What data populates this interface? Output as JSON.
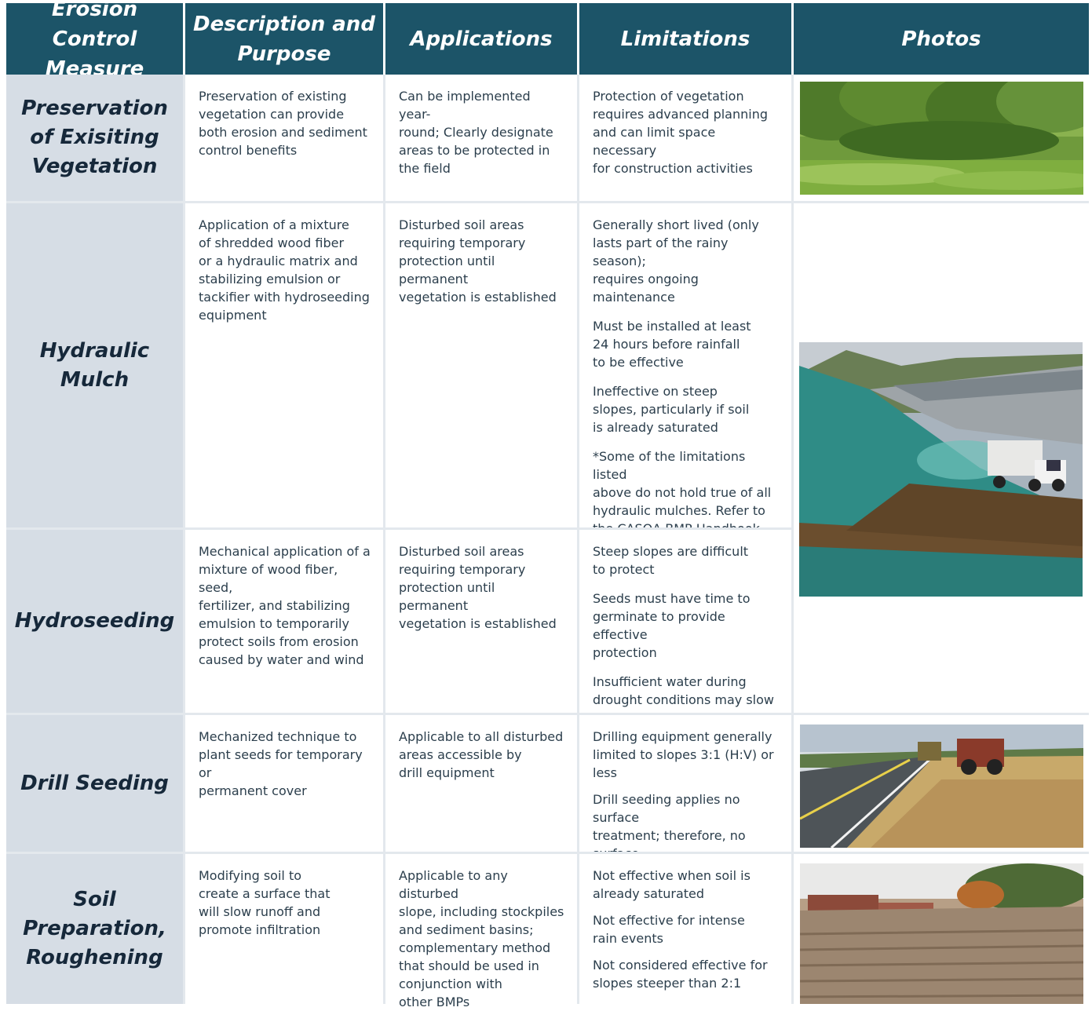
{
  "headers": [
    "Erosion Control\nMeasure",
    "Description and\nPurpose",
    "Applications",
    "Limitations",
    "Photos"
  ],
  "rows": [
    {
      "measure": "Preservation\nof Exisiting\nVegetation",
      "description": [
        "Preservation of existing\nvegetation can provide\nboth erosion and sediment\ncontrol benefits"
      ],
      "applications": [
        "Can be implemented year-\nround; Clearly designate\nareas to be protected in\nthe field"
      ],
      "limitations": [
        "Protection of vegetation\nrequires advanced planning\nand can limit space necessary\nfor construction activities"
      ]
    },
    {
      "measure": "Hydraulic\nMulch",
      "description": [
        "Application of a mixture\nof shredded wood fiber\nor a hydraulic matrix and\nstabilizing emulsion or\ntackifier with hydroseeding\nequipment"
      ],
      "applications": [
        "Disturbed soil areas\nrequiring temporary\nprotection until permanent\nvegetation is established"
      ],
      "limitations": [
        "Generally short lived (only\nlasts part of the rainy season);\nrequires ongoing maintenance",
        "Must be installed at least\n24 hours before rainfall\nto be effective",
        "Ineffective on steep\nslopes, particularly if soil\nis already saturated",
        "*Some of the limitations listed\nabove do not hold true of all\nhydraulic mulches. Refer to\nthe CASQA BMP Handbook\nAppendix F for additional\ninformation."
      ]
    },
    {
      "measure": "Hydroseeding",
      "description": [
        "Mechanical application of a\nmixture of wood fiber, seed,\nfertilizer, and stabilizing\nemulsion to temporarily\nprotect soils from erosion\ncaused by water and wind"
      ],
      "applications": [
        "Disturbed soil areas\nrequiring temporary\nprotection until permanent\nvegetation is established"
      ],
      "limitations": [
        "Steep slopes are difficult\nto protect",
        "Seeds must have time to\ngerminate to provide effective\nprotection",
        "Insufficient water during\ndrought conditions may slow or\nstop growth or germination"
      ]
    },
    {
      "measure": "Drill Seeding",
      "description": [
        "Mechanized technique to\nplant seeds for temporary or\npermanent cover"
      ],
      "applications": [
        "Applicable to all disturbed\nareas accessible by\ndrill equipment"
      ],
      "limitations": [
        "Drilling equipment generally\nlimited to slopes 3:1 (H:V) or less",
        "Drill seeding applies no surface\ntreatment; therefore, no surface\nsoil protection is provided until\nseedlings germinate"
      ]
    },
    {
      "measure": "Soil\nPreparation,\nRoughening",
      "description": [
        "Modifying soil to\ncreate a surface that\nwill slow runoff and\npromote infiltration"
      ],
      "applications": [
        "Applicable to any disturbed\nslope, including stockpiles\nand sediment basins;\ncomplementary method\nthat should be used in\nconjunction with\nother BMPs"
      ],
      "limitations": [
        "Not effective when soil is\nalready saturated",
        "Not effective for intense\nrain events",
        "Not considered effective for\nslopes steeper than 2:1"
      ]
    }
  ],
  "colors": {
    "header_bg": "#1c5468",
    "header_text": "#ffffff",
    "measure_bg": "#d6dde5",
    "measure_text": "#16283a",
    "body_text": "#2b3e4c",
    "grid_line": "#e3e8ed"
  }
}
